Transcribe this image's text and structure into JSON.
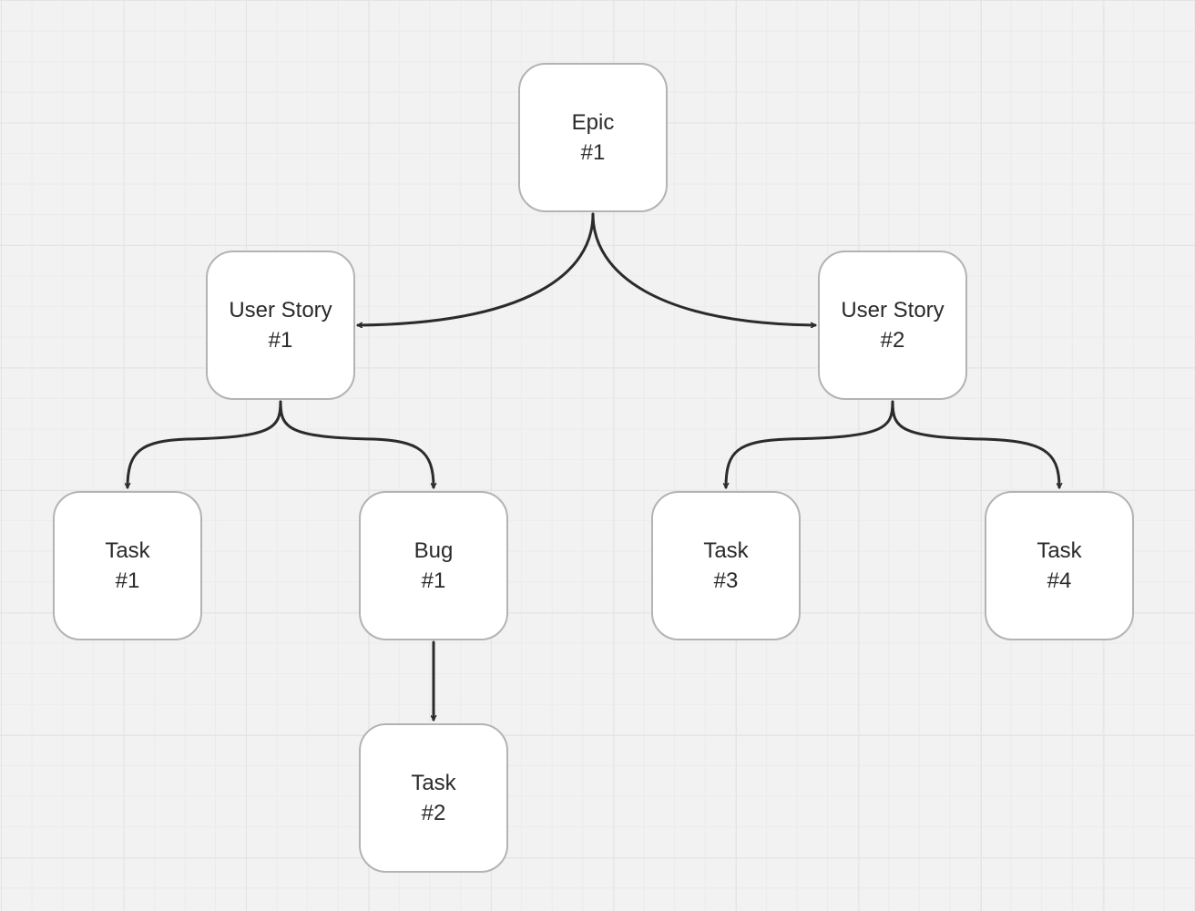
{
  "diagram": {
    "nodes": [
      {
        "id": "epic-1",
        "title": "Epic",
        "number": "#1"
      },
      {
        "id": "user-story-1",
        "title": "User Story",
        "number": "#1"
      },
      {
        "id": "user-story-2",
        "title": "User Story",
        "number": "#2"
      },
      {
        "id": "task-1",
        "title": "Task",
        "number": "#1"
      },
      {
        "id": "bug-1",
        "title": "Bug",
        "number": "#1"
      },
      {
        "id": "task-3",
        "title": "Task",
        "number": "#3"
      },
      {
        "id": "task-4",
        "title": "Task",
        "number": "#4"
      },
      {
        "id": "task-2",
        "title": "Task",
        "number": "#2"
      }
    ],
    "edges": [
      {
        "from": "epic-1",
        "to": "user-story-1"
      },
      {
        "from": "epic-1",
        "to": "user-story-2"
      },
      {
        "from": "user-story-1",
        "to": "task-1"
      },
      {
        "from": "user-story-1",
        "to": "bug-1"
      },
      {
        "from": "user-story-2",
        "to": "task-3"
      },
      {
        "from": "user-story-2",
        "to": "task-4"
      },
      {
        "from": "bug-1",
        "to": "task-2"
      }
    ],
    "colors": {
      "background": "#f2f2f2",
      "node_fill": "#ffffff",
      "node_border": "#b3b3b3",
      "text": "#2a2a2a",
      "connector": "#2b2b2b"
    }
  }
}
